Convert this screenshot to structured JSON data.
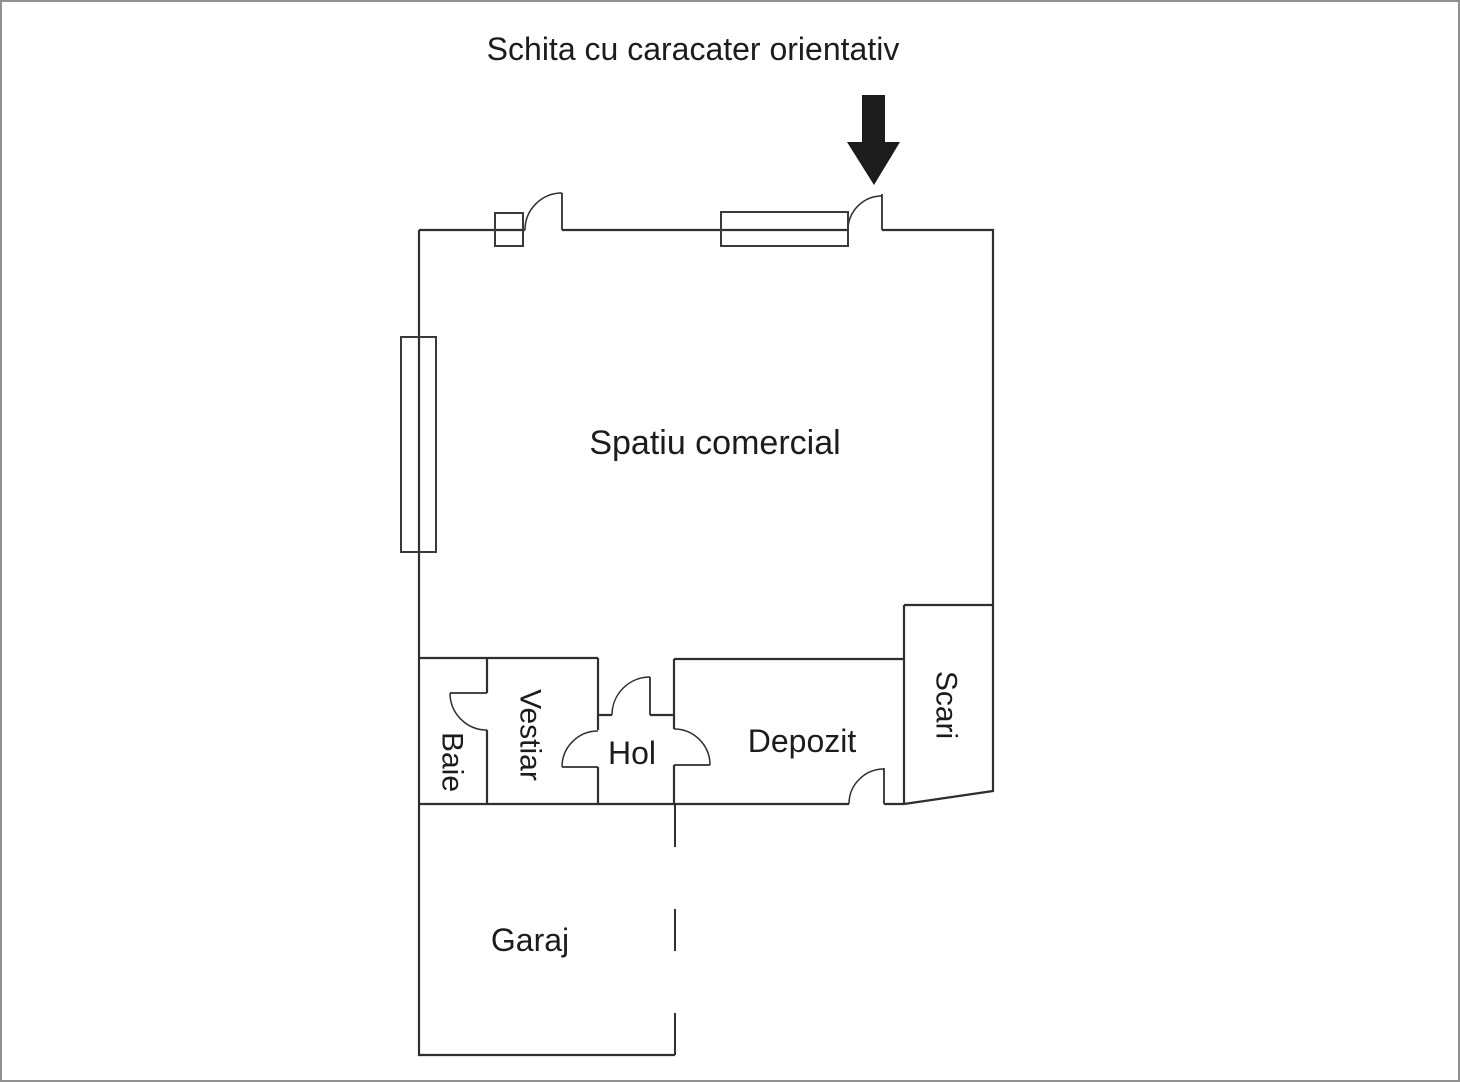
{
  "title": "Schita cu caracater orientativ",
  "rooms": {
    "spatiu_comercial": {
      "label": "Spatiu comercial"
    },
    "baie": {
      "label": "Baie"
    },
    "vestiar": {
      "label": "Vestiar"
    },
    "hol": {
      "label": "Hol"
    },
    "depozit": {
      "label": "Depozit"
    },
    "scari": {
      "label": "Scari"
    },
    "garaj": {
      "label": "Garaj"
    }
  },
  "icons": {
    "entrance_arrow": "arrow-down"
  },
  "colors": {
    "wall": "#2f2f2f",
    "text": "#1c1c1c",
    "arrow": "#1c1c1c",
    "page_border": "#919191",
    "background": "#ffffff"
  }
}
